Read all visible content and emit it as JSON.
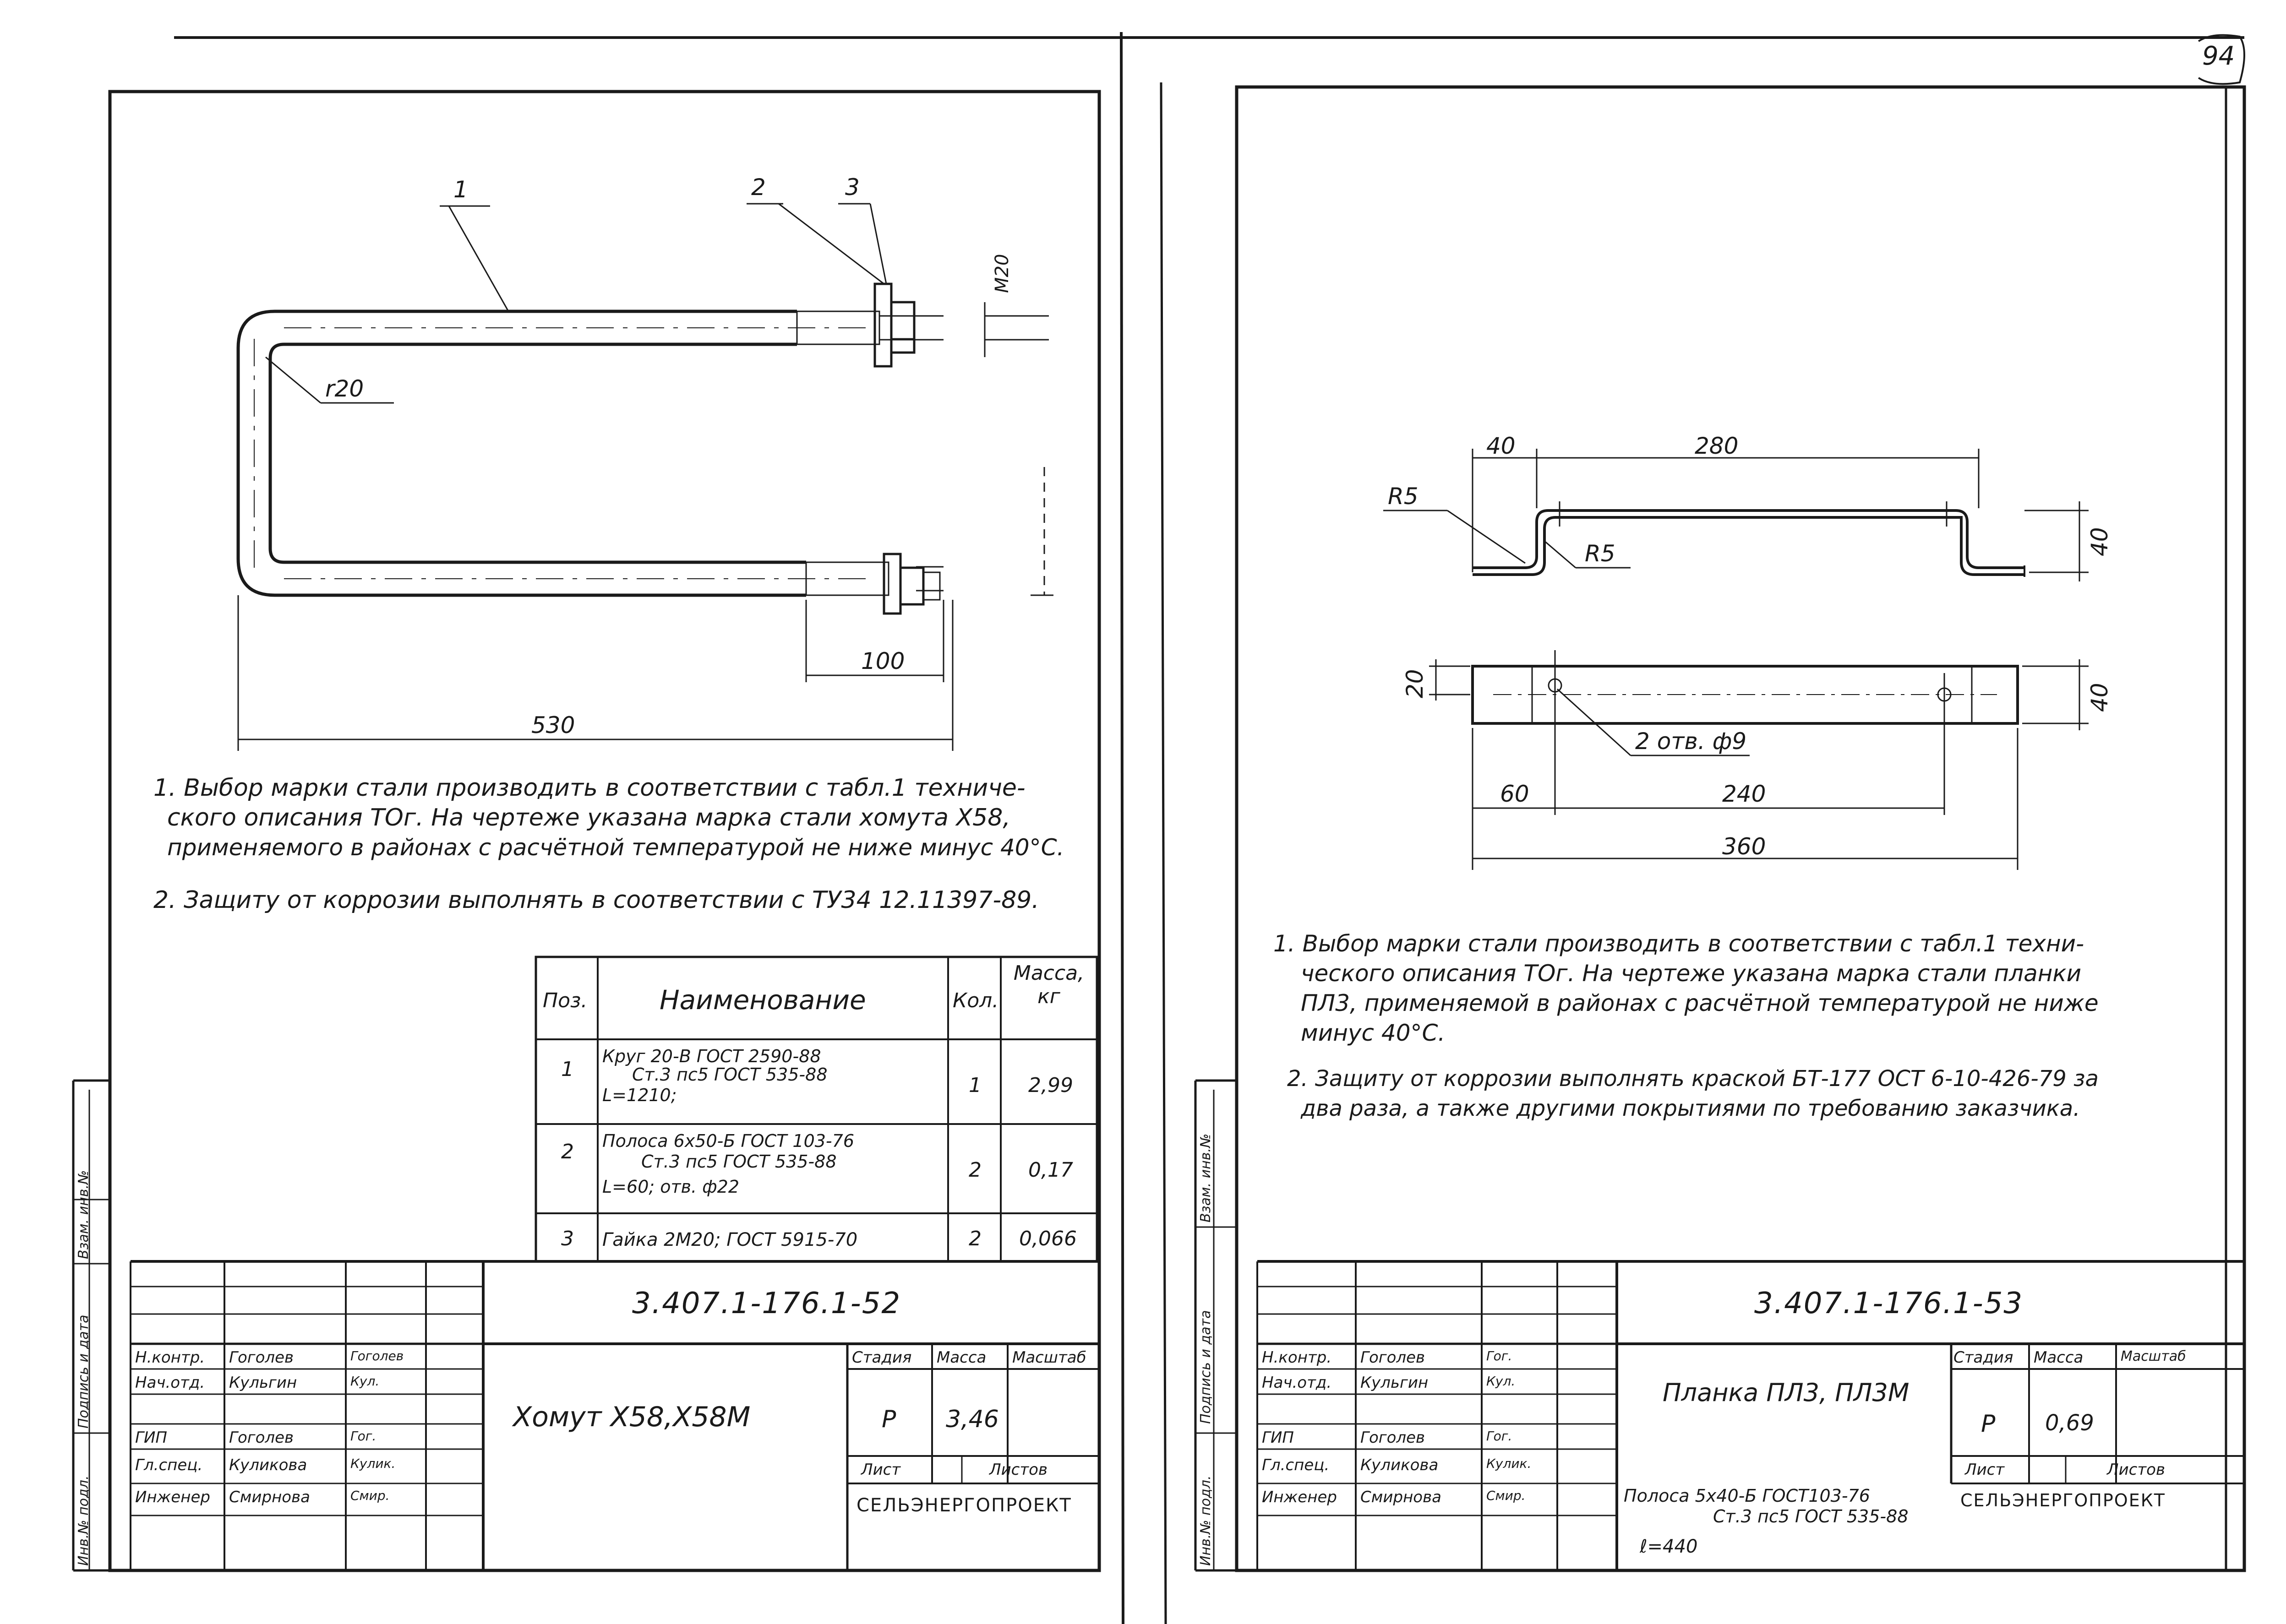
{
  "sheet_number": "94",
  "left": {
    "callouts": [
      "1",
      "2",
      "3"
    ],
    "dims": {
      "thread": "M20",
      "radius": "r20",
      "length_100": "100",
      "length_530": "530"
    },
    "notes": [
      "1. Выбор марки стали производить в соответствии с табл.1 техниче-",
      "ского описания ТОг. На чертеже указана марка стали хомута Х58,",
      "применяемого в районах с расчётной температурой не ниже минус 40°С.",
      "2. Защиту от коррозии выполнять в соответствии с ТУ34 12.11397-89."
    ],
    "spec": {
      "headers": [
        "Поз.",
        "Наименование",
        "Кол.",
        "Масса, кг"
      ],
      "rows": [
        {
          "pos": "1",
          "name": [
            "Круг 20-В ГОСТ 2590-88",
            "Ст.3 пс5 ГОСТ 535-88",
            "L=1210;"
          ],
          "qty": "1",
          "mass": "2,99"
        },
        {
          "pos": "2",
          "name": [
            "Полоса 6х50-Б ГОСТ 103-76",
            "Ст.3 пс5 ГОСТ 535-88",
            "L=60; отв. ф22"
          ],
          "qty": "2",
          "mass": "0,17"
        },
        {
          "pos": "3",
          "name": [
            "Гайка 2М20; ГОСТ 5915-70"
          ],
          "qty": "2",
          "mass": "0,066"
        }
      ]
    },
    "stamp": {
      "code": "3.407.1-176.1-52",
      "title": "Хомут Х58,Х58М",
      "people": [
        {
          "role": "Н.контр.",
          "name": "Гоголев",
          "sign": "Гоголев"
        },
        {
          "role": "Нач.отд.",
          "name": "Кульгин",
          "sign": "Кул."
        },
        {
          "role": "ГИП",
          "name": "Гоголев",
          "sign": "Гог."
        },
        {
          "role": "Гл.спец.",
          "name": "Куликова",
          "sign": "Кулик."
        },
        {
          "role": "Инженер",
          "name": "Смирнова",
          "sign": "Смир."
        }
      ],
      "stage_label": "Стадия",
      "mass_label": "Масса",
      "scale_label": "Масштаб",
      "stage": "Р",
      "mass": "3,46",
      "sheet_label": "Лист",
      "sheets_label": "Листов",
      "org": "СЕЛЬЭНЕРГОПРОЕКТ"
    },
    "side_labels": [
      "Инв.№ подл.",
      "Подпись и дата",
      "Взам. инв.№"
    ]
  },
  "right": {
    "dims": {
      "d40a": "40",
      "d280": "280",
      "r5a": "R5",
      "r5b": "R5",
      "d40b": "40",
      "d20": "20",
      "d40c": "40",
      "holes": "2 отв. ф9",
      "d60": "60",
      "d240": "240",
      "d360": "360"
    },
    "notes": [
      "1. Выбор марки стали производить в соответствии с табл.1 техни-",
      "ческого описания ТОг. На чертеже указана марка стали планки",
      "ПЛ3, применяемой в районах с расчётной температурой не ниже",
      "минус 40°С.",
      "2. Защиту от коррозии выполнять краской БТ-177 ОСТ 6-10-426-79 за",
      "два раза, а также другими покрытиями по требованию заказчика."
    ],
    "stamp": {
      "code": "3.407.1-176.1-53",
      "title": "Планка ПЛ3, ПЛ3М",
      "material": [
        "Полоса 5х40-Б ГОСТ103-76",
        "Ст.3 пс5 ГОСТ 535-88",
        "ℓ=440"
      ],
      "people": [
        {
          "role": "Н.контр.",
          "name": "Гоголев",
          "sign": "Гог."
        },
        {
          "role": "Нач.отд.",
          "name": "Кульгин",
          "sign": "Кул."
        },
        {
          "role": "ГИП",
          "name": "Гоголев",
          "sign": "Гог."
        },
        {
          "role": "Гл.спец.",
          "name": "Куликова",
          "sign": "Кулик."
        },
        {
          "role": "Инженер",
          "name": "Смирнова",
          "sign": "Смир."
        }
      ],
      "stage_label": "Стадия",
      "mass_label": "Масса",
      "scale_label": "Масштаб",
      "stage": "Р",
      "mass": "0,69",
      "sheet_label": "Лист",
      "sheets_label": "Листов",
      "org": "СЕЛЬЭНЕРГОПРОЕКТ"
    },
    "side_labels": [
      "Инв.№ подл.",
      "Подпись и дата",
      "Взам. инв.№"
    ]
  }
}
